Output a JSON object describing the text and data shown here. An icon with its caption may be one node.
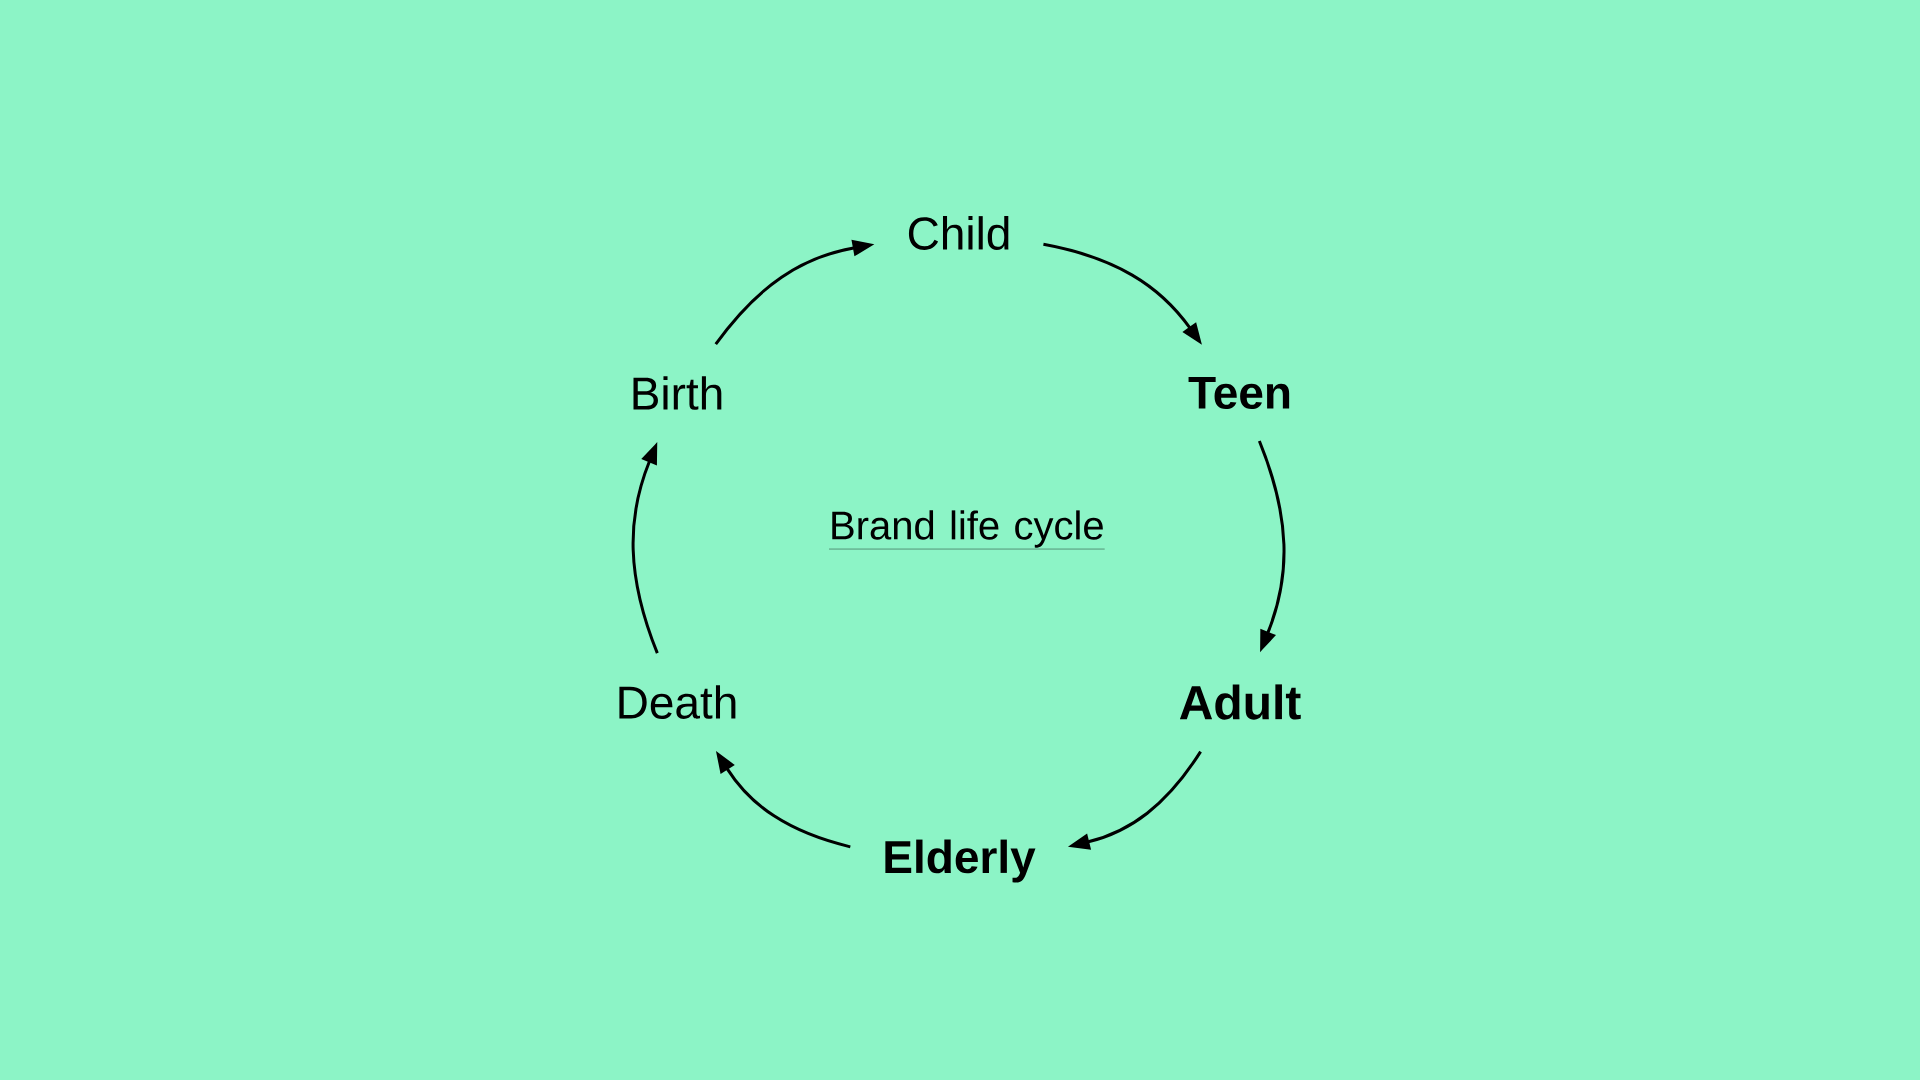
{
  "diagram": {
    "title": "Brand life cycle",
    "nodes": [
      {
        "text": [
          "Child"
        ]
      },
      {
        "text": [
          "Teen"
        ]
      },
      {
        "text": [
          "Adult"
        ]
      },
      {
        "text": [
          "Elderly"
        ]
      },
      {
        "text": [
          "Death"
        ]
      },
      {
        "text": [
          "Birth"
        ]
      }
    ],
    "edges": [
      {
        "from": 5,
        "to": 0,
        "arrow": "to"
      },
      {
        "from": 0,
        "to": 1,
        "arrow": "to"
      },
      {
        "from": 1,
        "to": 2,
        "arrow": "to"
      },
      {
        "from": 2,
        "to": 3,
        "arrow": "to"
      },
      {
        "from": 3,
        "to": 4,
        "arrow": "to"
      },
      {
        "from": 4,
        "to": 5,
        "arrow": "to"
      }
    ]
  }
}
